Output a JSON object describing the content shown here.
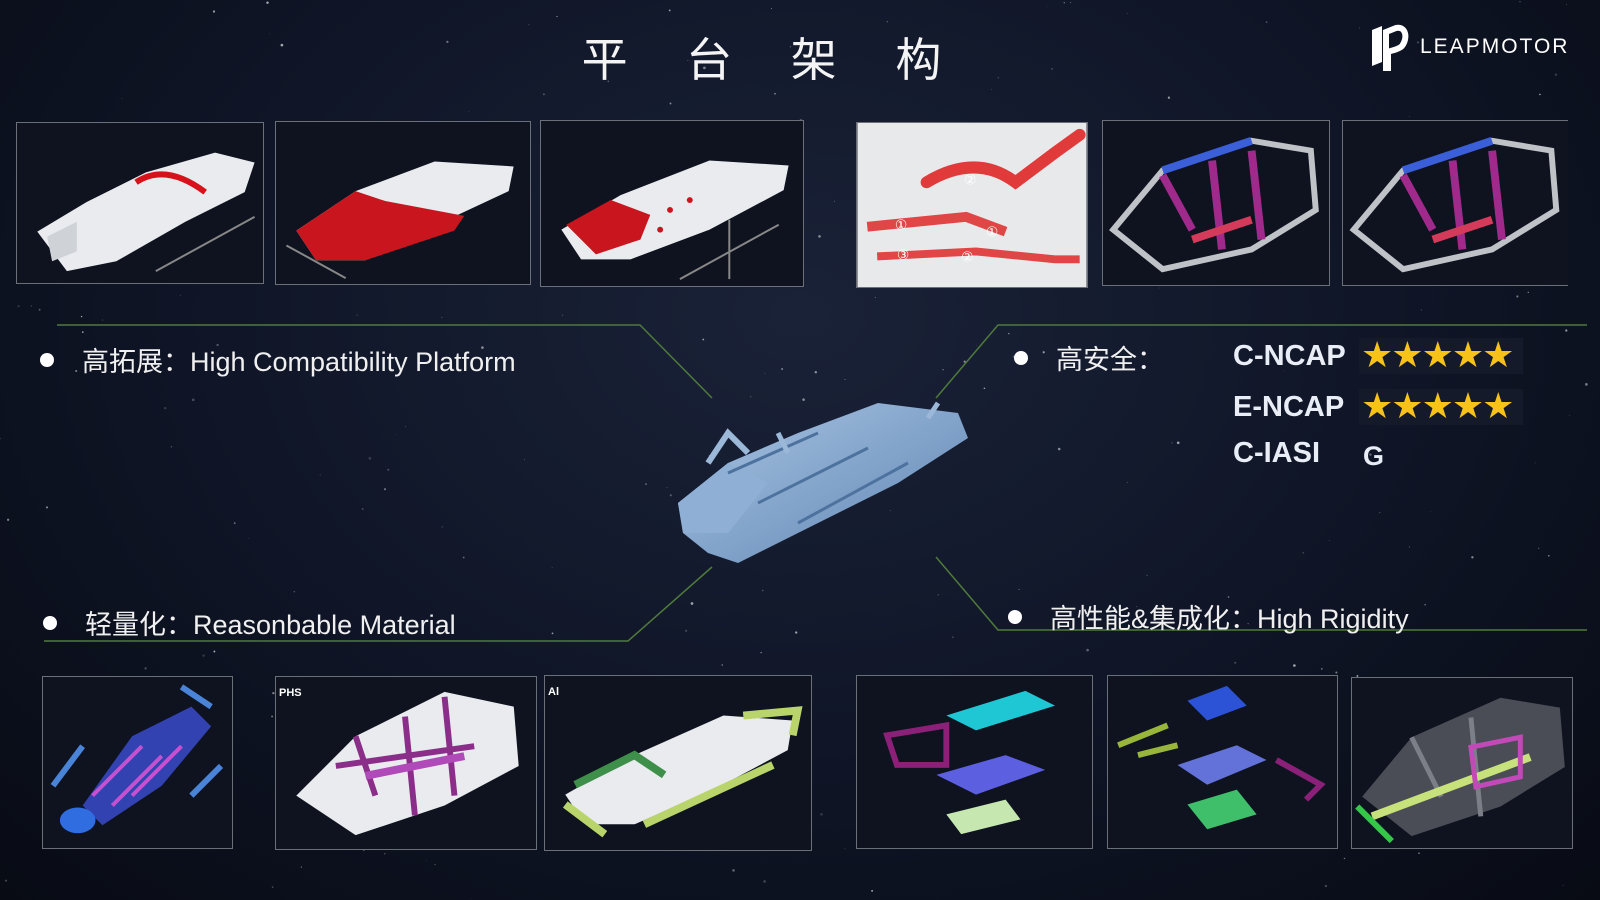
{
  "title": "平 台 架 构",
  "brand": {
    "name": "LEAPMOTOR",
    "icon": "leapmotor-logo-icon"
  },
  "features": {
    "left_top": "高拓展：High Compatibility Platform",
    "right_top": "高安全：",
    "left_bottom": "轻量化：Reasonbable Material",
    "right_bottom": "高性能&集成化：High Rigidity"
  },
  "safety": {
    "cncap": {
      "label": "C-NCAP",
      "stars": 5
    },
    "encap": {
      "label": "E-NCAP",
      "stars": 5
    },
    "ciasi": {
      "label": "C-IASI",
      "grade": "G"
    }
  },
  "panel_tags": {
    "phs": "PHS",
    "al": "Al"
  },
  "markers": [
    "①",
    "②",
    "③"
  ],
  "colors": {
    "accent_line": "#4f7a3a",
    "star": "#f7c21a",
    "highlight_red": "#d8121b",
    "platform_blue": "#7fa6cf"
  }
}
